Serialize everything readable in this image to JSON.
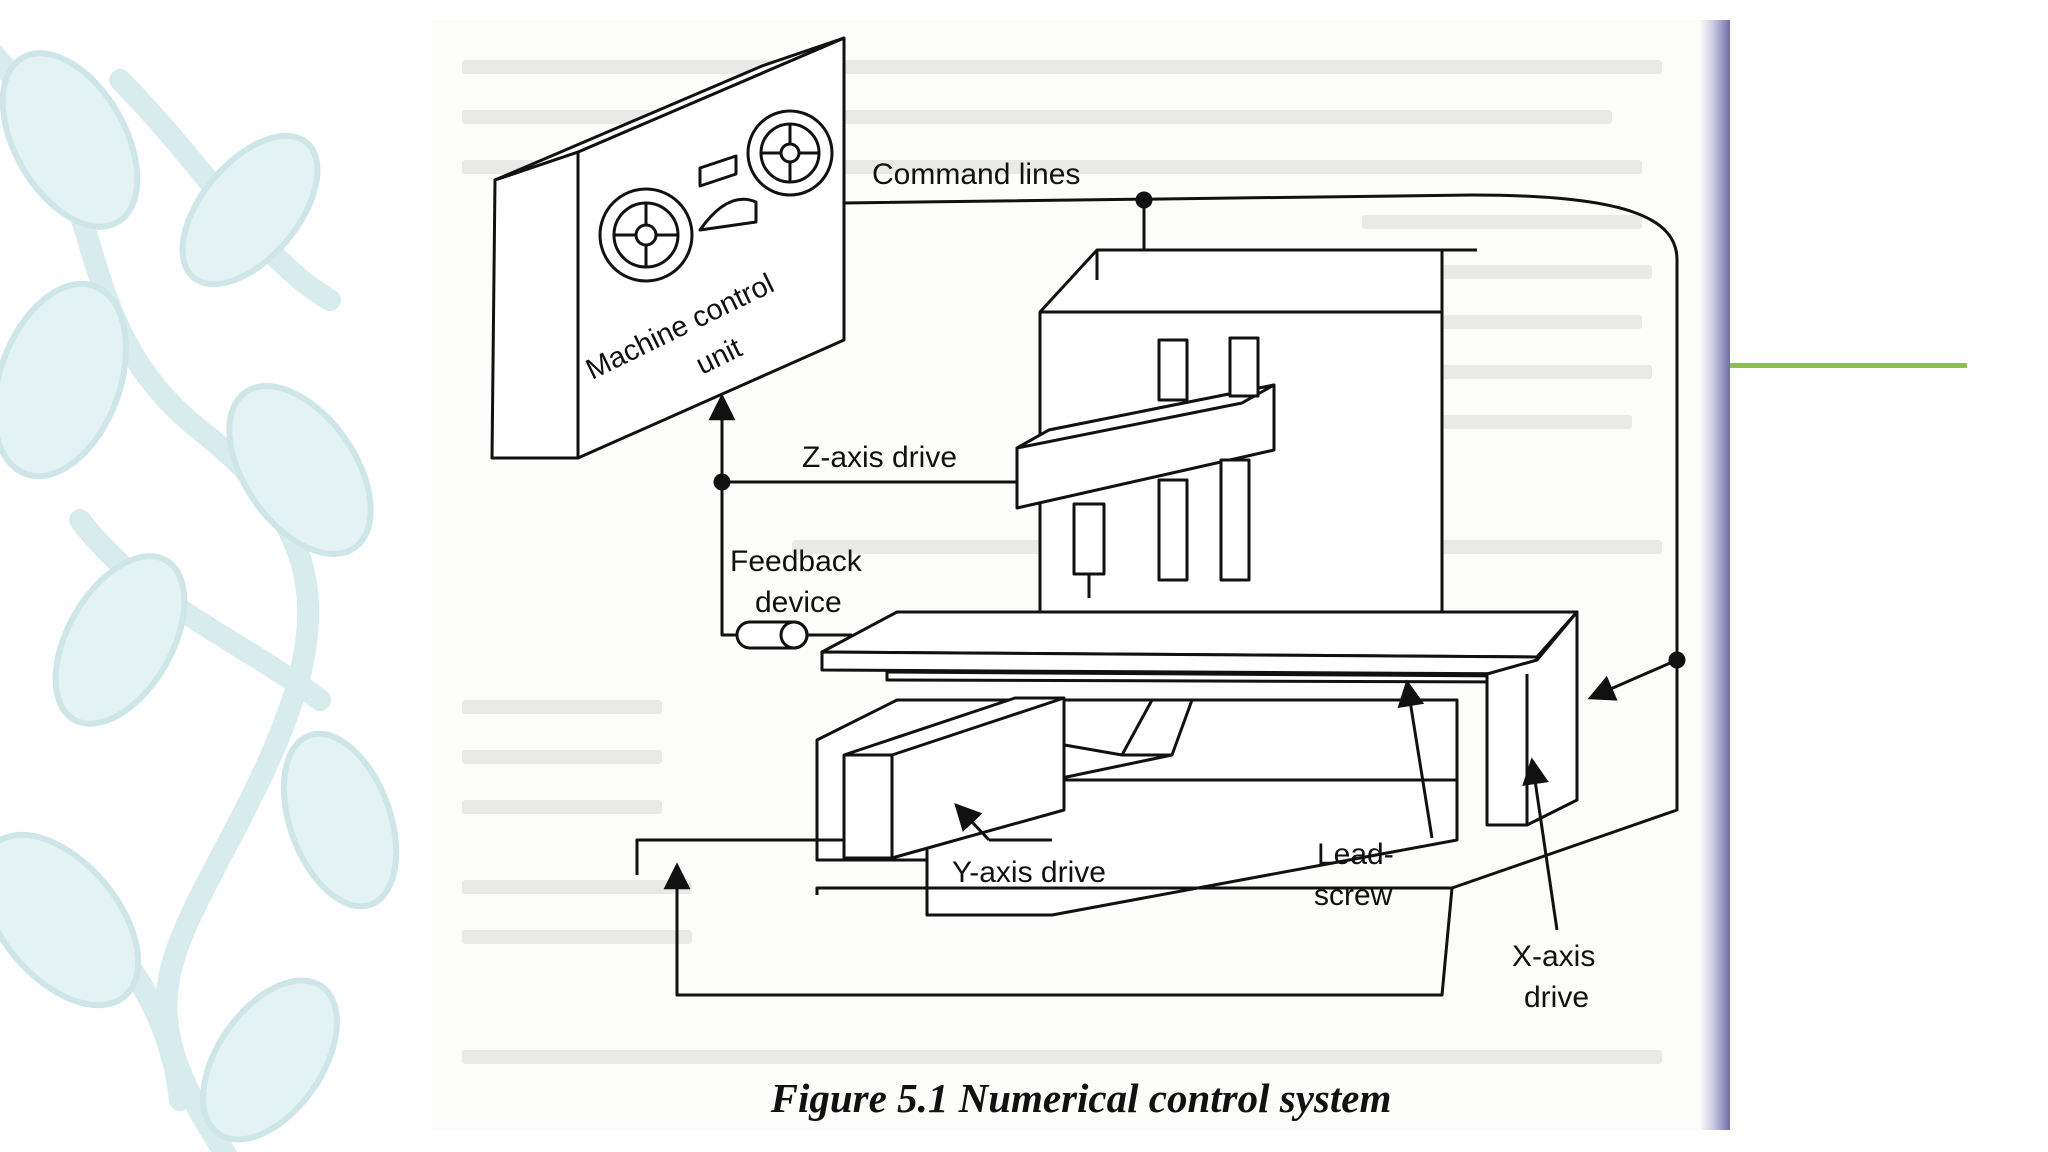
{
  "diagram": {
    "labels": {
      "machine_control_unit_line1": "Machine control",
      "machine_control_unit_line2": "unit",
      "command_lines": "Command lines",
      "z_axis_drive": "Z-axis drive",
      "feedback_device_line1": "Feedback",
      "feedback_device_line2": "device",
      "y_axis_drive": "Y-axis drive",
      "lead_screw_line1": "Lead-",
      "lead_screw_line2": "screw",
      "x_axis_drive_line1": "X-axis",
      "x_axis_drive_line2": "drive"
    },
    "caption": "Figure 5.1 Numerical control system"
  },
  "theme": {
    "accent": "#8dbf4a",
    "decor_leaf": "#d8ecee",
    "ink": "#111111",
    "paper": "#fcfcfb"
  }
}
